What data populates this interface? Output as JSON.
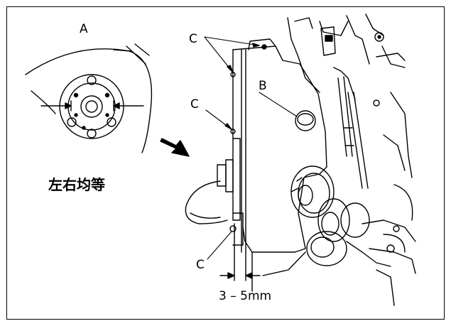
{
  "labels": {
    "detail": "A",
    "hole": "B",
    "screw_top": "C",
    "screw_mid": "C",
    "screw_bottom": "C",
    "caption": "左右均等",
    "measurement": "3 – 5mm"
  },
  "colors": {
    "line": "#000000",
    "background": "#ffffff"
  }
}
